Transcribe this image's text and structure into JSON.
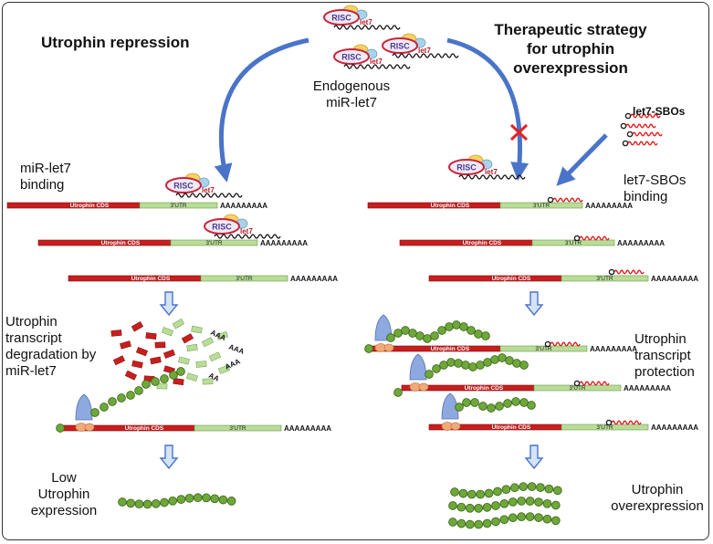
{
  "left": {
    "title": "Utrophin repression",
    "binding_label": [
      "miR-let7",
      "binding"
    ],
    "degradation_label": [
      "Utrophin",
      "transcript",
      "degradation by",
      "miR-let7"
    ],
    "low_label": [
      "Low",
      "Utrophin",
      "expression"
    ]
  },
  "right": {
    "title": [
      "Therapeutic strategy",
      "for utrophin",
      "overexpression"
    ],
    "sbo_title": "let7-SBOs",
    "sbo_binding_label": [
      "let7-SBOs",
      "binding"
    ],
    "protection_label": [
      "Utrophin",
      "transcript",
      "protection"
    ],
    "overexpression_label": [
      "Utrophin",
      "overexpression"
    ]
  },
  "center": {
    "endogenous_label": [
      "Endogenous",
      "miR-let7"
    ]
  },
  "transcript": {
    "cds": "Utrophin CDS",
    "utr": "3'UTR",
    "polya": "AAAAAAAAA"
  },
  "risc": {
    "label": "RISC",
    "mirna": "let7"
  },
  "degradation_fragments": [
    "AAA",
    "AAA",
    "AAA",
    "AA"
  ],
  "colors": {
    "cds": "#c81e1e",
    "utr": "#b9dd98",
    "arrow": "#4a74c9",
    "risc_ring": "#c8253a",
    "risc_text": "#4a3a96",
    "ribosome_large": "#8ea8e0",
    "ribosome_small": "#f2a97a",
    "protein_bead": "#6ea83a",
    "block_x": "#e32323",
    "sbo_wave": "#e02020"
  }
}
